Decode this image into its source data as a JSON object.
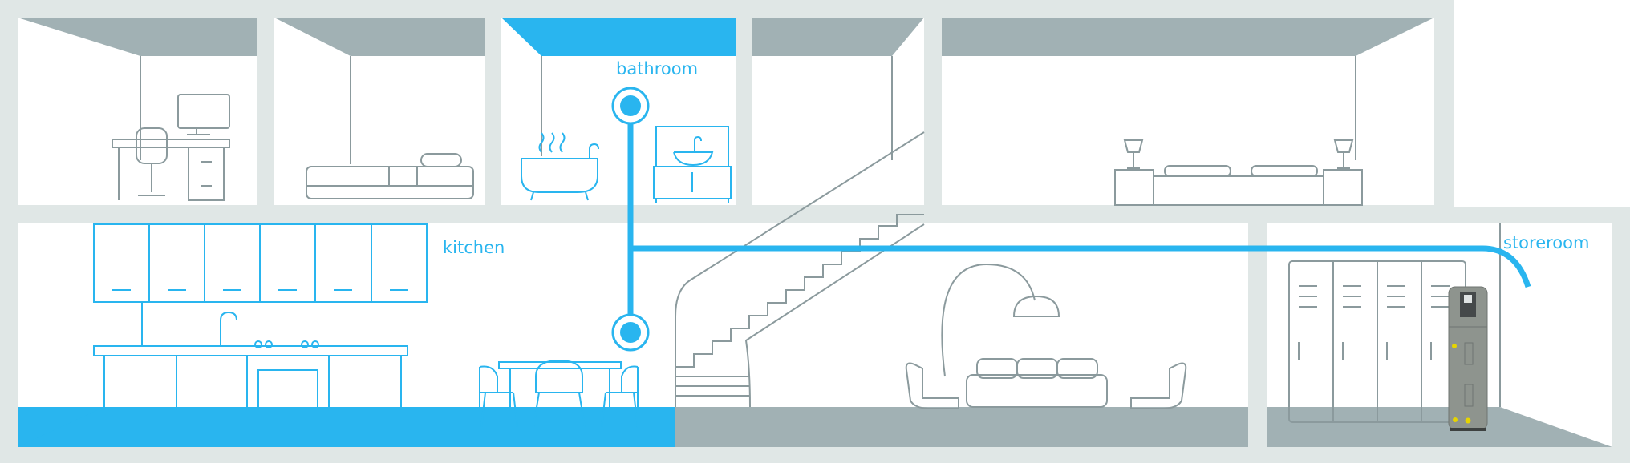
{
  "rooms": {
    "bathroom": {
      "label": "bathroom"
    },
    "kitchen": {
      "label": "kitchen"
    },
    "storeroom": {
      "label": "storeroom"
    }
  },
  "colors": {
    "accent": "#29b5ef",
    "wall": "#e0e7e6",
    "ceiling": "#a1b1b4",
    "line": "#8b9a9d"
  }
}
